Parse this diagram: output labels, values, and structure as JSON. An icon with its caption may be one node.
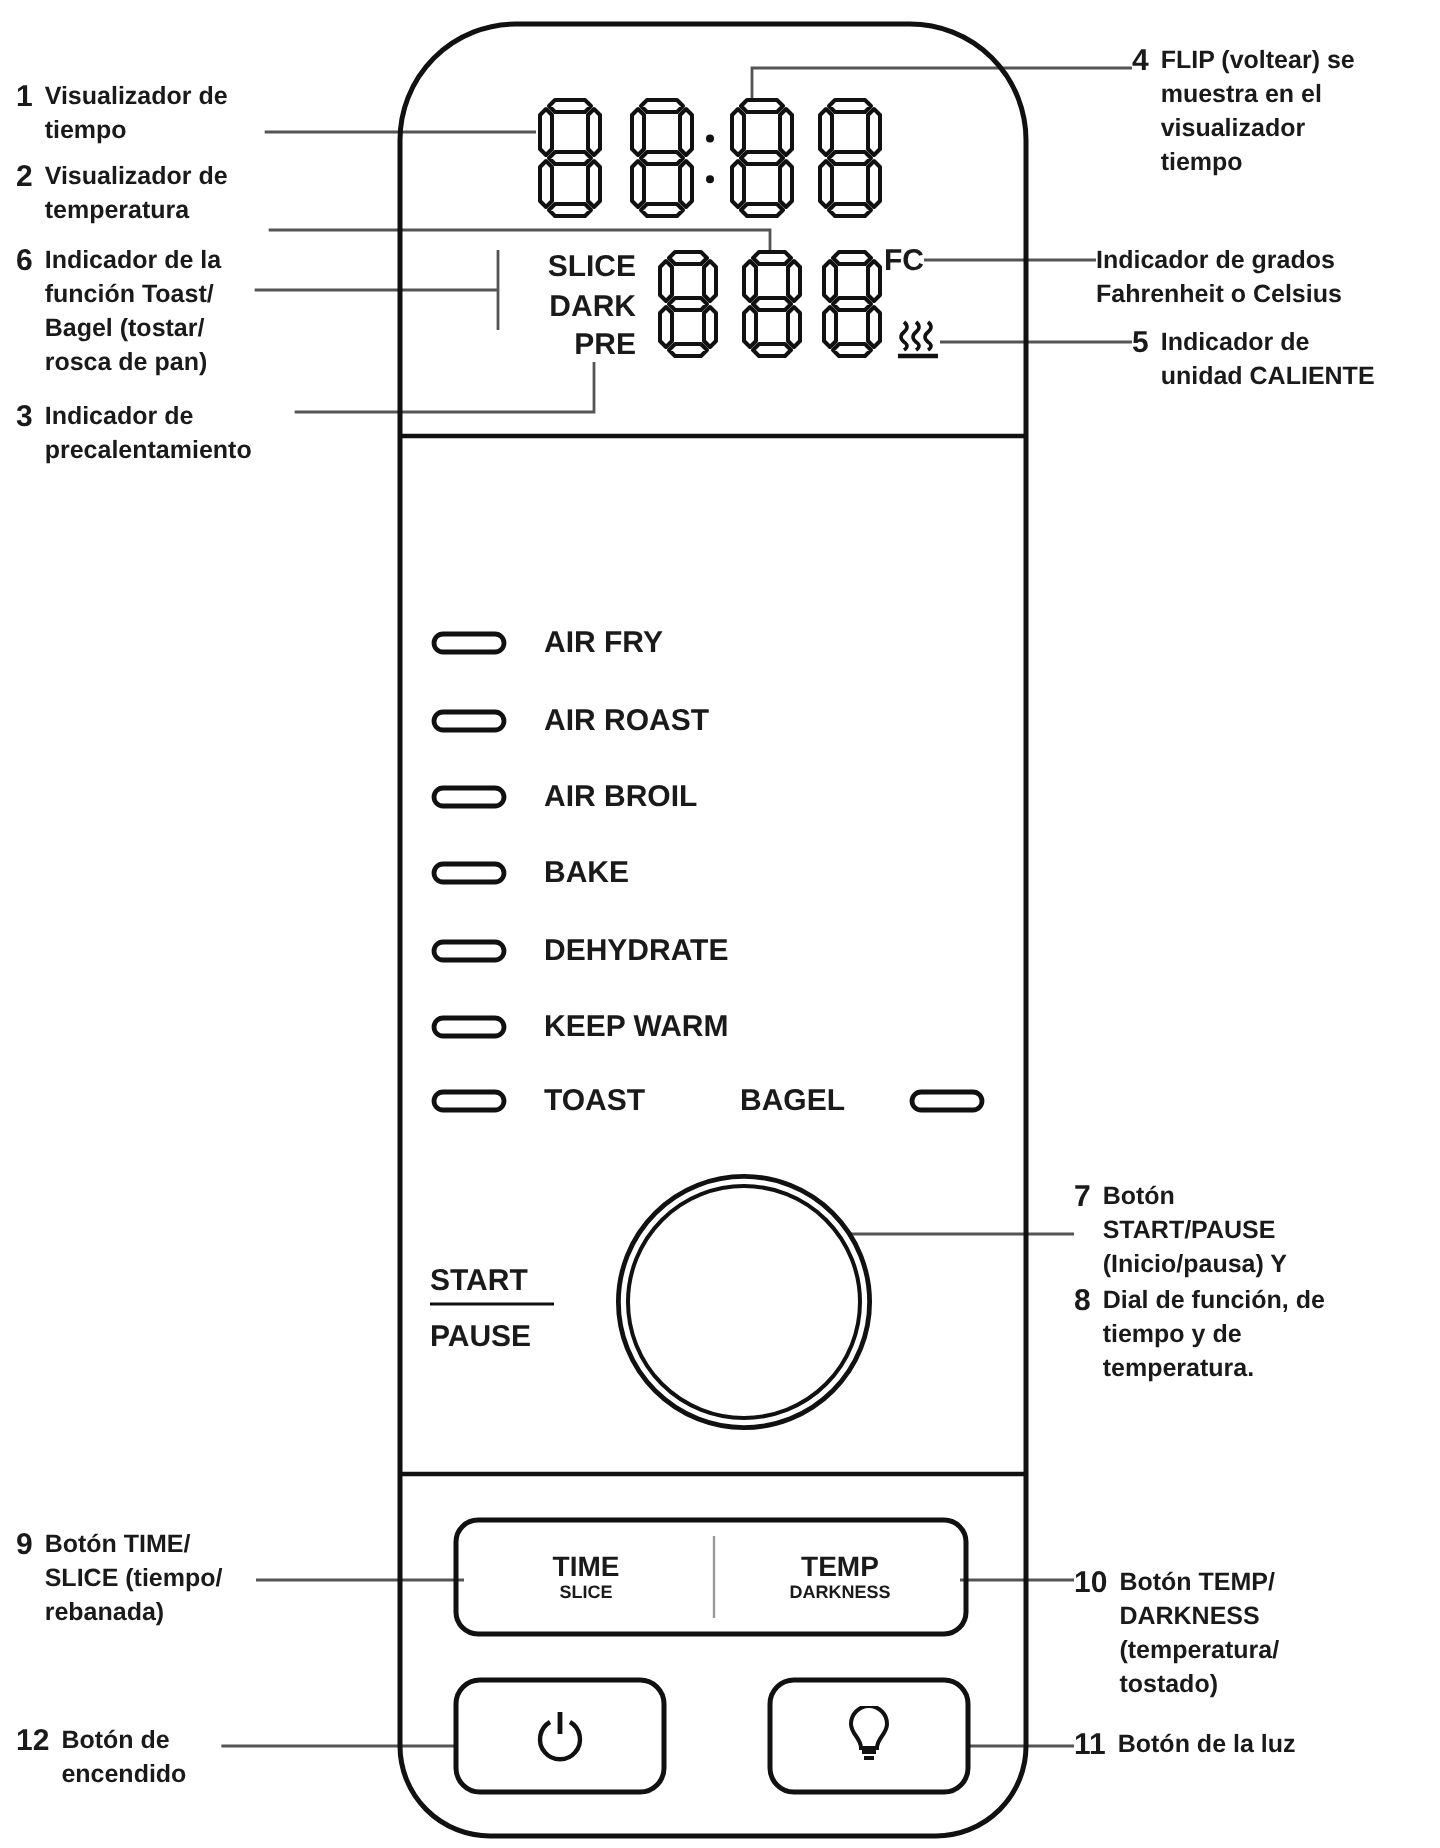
{
  "diagram": {
    "nodes": [
      {
        "text": [],
        "shape": "box"
      },
      {
        "text": [],
        "shape": "display",
        "in": 0
      },
      {
        "text": [],
        "shape": "display",
        "in": 0
      },
      {
        "text": [
          "SLICE"
        ],
        "in": 0
      },
      {
        "text": [
          "DARK"
        ],
        "in": 0
      },
      {
        "text": [
          "PRE"
        ],
        "in": 0
      },
      {
        "text": [
          "FC"
        ],
        "in": 0
      },
      {
        "text": [],
        "shape": "icon",
        "in": 0
      },
      {
        "text": [],
        "shape": "circle",
        "in": 0
      },
      {
        "text": [],
        "shape": "box",
        "in": 0
      },
      {
        "text": [
          "TIME",
          "SLICE"
        ],
        "in": 9
      },
      {
        "text": [
          "TEMP",
          "DARKNESS"
        ],
        "in": 9
      },
      {
        "text": [],
        "shape": "box",
        "in": 0
      },
      {
        "text": [],
        "shape": "box",
        "in": 0
      },
      {
        "text": [
          "1",
          "Visualizador de tiempo"
        ]
      },
      {
        "text": [
          "4",
          "FLIP (voltear) se muestra en el visualizador tiempo"
        ]
      },
      {
        "text": [
          "2",
          "Visualizador de temperatura"
        ]
      },
      {
        "text": [
          "6",
          "Indicador de la función Toast/ Bagel (tostar/ rosca de pan)"
        ]
      },
      {
        "text": [
          "Indicador de grados Fahrenheit o Celsius"
        ]
      },
      {
        "text": [
          "5",
          "Indicador de unidad CALIENTE"
        ]
      },
      {
        "text": [
          "3",
          "Indicador de precalentamiento"
        ]
      },
      {
        "text": [
          "7",
          "Botón START/PAUSE (Inicio/pausa) Y",
          "8",
          "Dial de función, de tiempo y de temperatura."
        ]
      },
      {
        "text": [
          "9",
          "Botón TIME/ SLICE (tiempo/ rebanada)"
        ]
      },
      {
        "text": [
          "10",
          "Botón TEMP/ DARKNESS (temperatura/ tostado)"
        ]
      },
      {
        "text": [
          "12",
          "Botón de encendido"
        ]
      },
      {
        "text": [
          "11",
          "Botón de la luz"
        ]
      }
    ],
    "edges": [
      {
        "from": 14,
        "to": 1,
        "arrow": "none"
      },
      {
        "from": 15,
        "to": 1,
        "arrow": "none"
      },
      {
        "from": 16,
        "to": 2,
        "arrow": "none"
      },
      {
        "from": 17,
        "to": null,
        "arrow": "none"
      },
      {
        "from": 18,
        "to": 6,
        "arrow": "none"
      },
      {
        "from": 19,
        "to": 7,
        "arrow": "none"
      },
      {
        "from": 20,
        "to": 5,
        "arrow": "none"
      },
      {
        "from": 21,
        "to": 8,
        "arrow": "none"
      },
      {
        "from": 22,
        "to": 10,
        "arrow": "none"
      },
      {
        "from": 23,
        "to": 11,
        "arrow": "none"
      },
      {
        "from": 24,
        "to": 12,
        "arrow": "none"
      },
      {
        "from": 25,
        "to": 13,
        "arrow": "none"
      }
    ],
    "labels": [
      "AIR FRY",
      "AIR ROAST",
      "AIR BROIL",
      "BAKE",
      "DEHYDRATE",
      "KEEP WARM",
      "TOAST",
      "BAGEL",
      "START",
      "PAUSE"
    ]
  }
}
